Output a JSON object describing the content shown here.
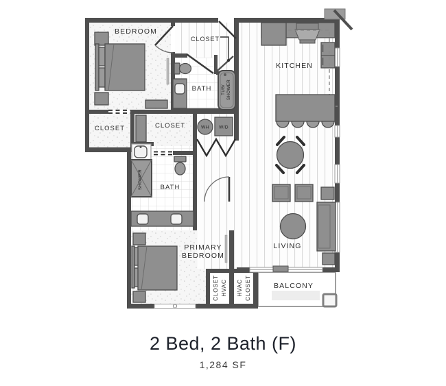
{
  "plan": {
    "rooms": {
      "bedroom": "BEDROOM",
      "entry_closet": "CLOSET",
      "bath_one": "BATH",
      "tub_line1": "TUB/",
      "tub_line2": "SHOWER",
      "closet_left": "CLOSET",
      "closet_walkin": "CLOSET",
      "water_heater": "WH",
      "washer_dryer": "W/D",
      "shower": "SHOWER",
      "bath_two": "BATH",
      "primary_line1": "PRIMARY",
      "primary_line2": "BEDROOM",
      "hvac1_word_closet": "CLOSET",
      "hvac1_word_hvac": "HVAC",
      "hvac2_word_hvac": "HVAC",
      "hvac2_word_closet": "CLOSET",
      "kitchen": "KITCHEN",
      "living": "LIVING",
      "balcony": "BALCONY"
    }
  },
  "caption": {
    "title": "2 Bed, 2 Bath (F)",
    "area": "1,284 SF"
  },
  "colors": {
    "wall": "#4f4f4f",
    "furniture": "#8f8f8f",
    "label_text": "#2d2d2d",
    "title_text": "#1e222b"
  }
}
